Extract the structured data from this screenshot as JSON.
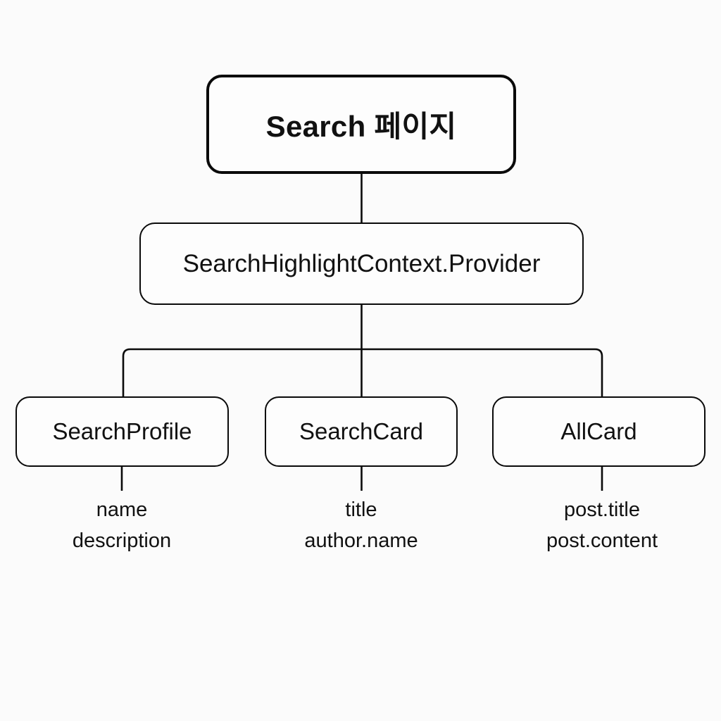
{
  "diagram": {
    "type": "component-tree",
    "background_color": "#fbfbfb",
    "line_color": "#0a0a0a",
    "text_color": "#111111",
    "root": {
      "label": "Search 페이지"
    },
    "provider": {
      "label": "SearchHighlightContext.Provider"
    },
    "children": [
      {
        "label": "SearchProfile",
        "fields": [
          "name",
          "description"
        ]
      },
      {
        "label": "SearchCard",
        "fields": [
          "title",
          "author.name"
        ]
      },
      {
        "label": "AllCard",
        "fields": [
          "post.title",
          "post.content"
        ]
      }
    ]
  }
}
